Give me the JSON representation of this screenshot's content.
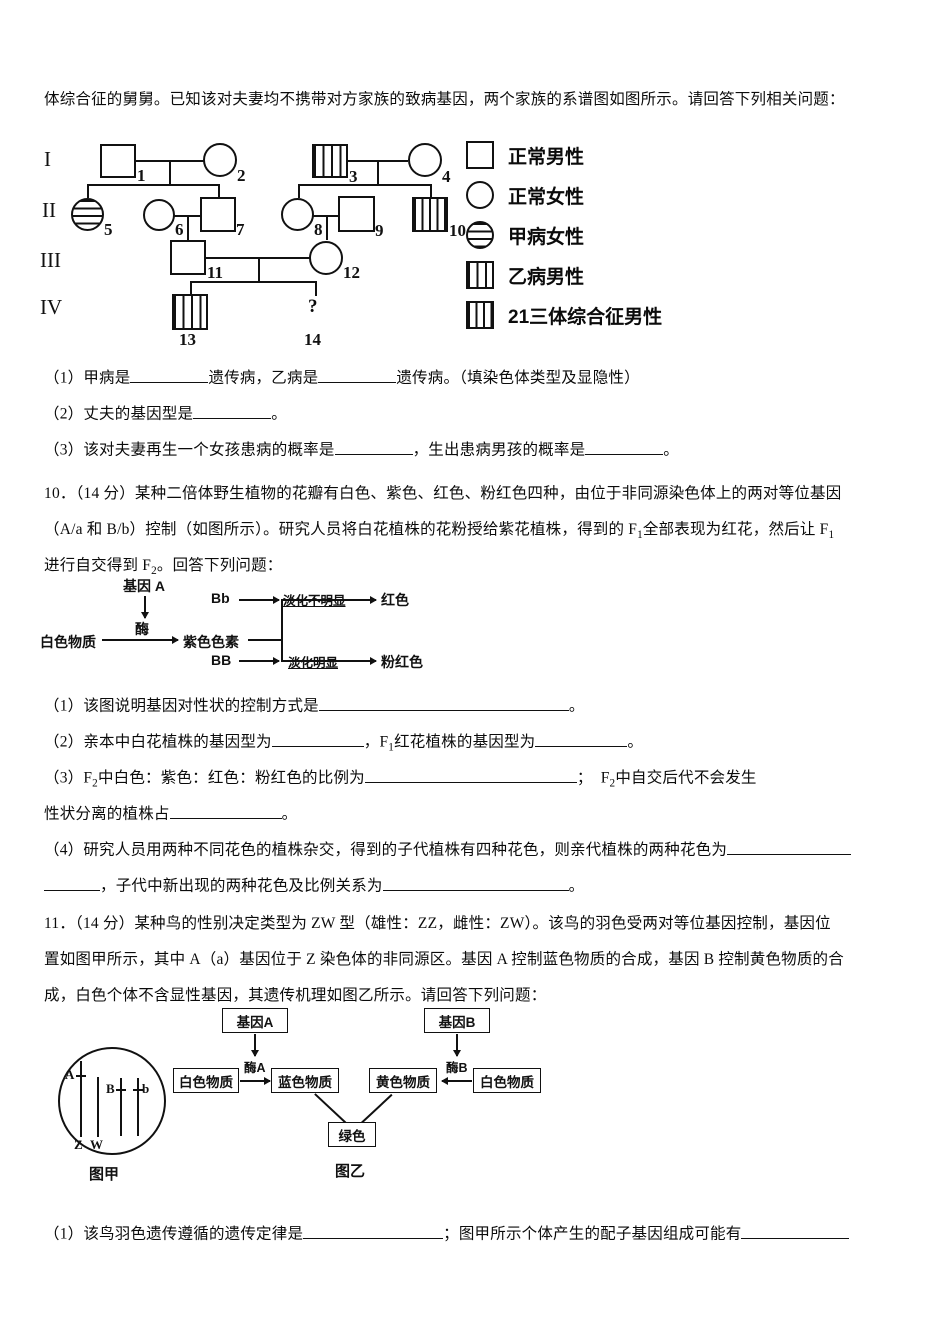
{
  "intro_line": "体综合征的舅舅。已知该对夫妻均不携带对方家族的致病基因，两个家族的系谱图如图所示。请回答下列相关问题：",
  "pedigree": {
    "generations": [
      "I",
      "II",
      "III",
      "IV"
    ],
    "individuals": [
      {
        "id": "1",
        "sex": "male",
        "status": "normal"
      },
      {
        "id": "2",
        "sex": "female",
        "status": "normal"
      },
      {
        "id": "3",
        "sex": "male",
        "status": "disease-b"
      },
      {
        "id": "4",
        "sex": "female",
        "status": "normal"
      },
      {
        "id": "5",
        "sex": "female",
        "status": "disease-a"
      },
      {
        "id": "6",
        "sex": "female",
        "status": "normal"
      },
      {
        "id": "7",
        "sex": "male",
        "status": "normal"
      },
      {
        "id": "8",
        "sex": "female",
        "status": "normal"
      },
      {
        "id": "9",
        "sex": "male",
        "status": "normal"
      },
      {
        "id": "10",
        "sex": "male",
        "status": "trisomy21"
      },
      {
        "id": "11",
        "sex": "male",
        "status": "normal"
      },
      {
        "id": "12",
        "sex": "female",
        "status": "normal"
      },
      {
        "id": "13",
        "sex": "male",
        "status": "disease-b"
      },
      {
        "id": "14",
        "sex": "unknown",
        "status": "unknown"
      }
    ],
    "unknown_mark": "?"
  },
  "legend": {
    "items": [
      {
        "symbol": "square-open",
        "label": "正常男性"
      },
      {
        "symbol": "circle-open",
        "label": "正常女性"
      },
      {
        "symbol": "circle-hstripe",
        "label": "甲病女性"
      },
      {
        "symbol": "square-vstripe",
        "label": "乙病男性"
      },
      {
        "symbol": "square-grid",
        "label": "21三体综合征男性"
      }
    ]
  },
  "q9_parts": [
    {
      "prefix": "（1）甲病是",
      "blank1": "",
      "mid": "遗传病，乙病是",
      "blank2": "",
      "suffix": "遗传病。（填染色体类型及显隐性）"
    },
    {
      "prefix": "（2）丈夫的基因型是",
      "blank1": "",
      "suffix": "。"
    },
    {
      "prefix": "（3）该对夫妻再生一个女孩患病的概率是",
      "blank1": "",
      "mid": "，生出患病男孩的概率是",
      "blank2": "",
      "suffix": "。"
    }
  ],
  "q10": {
    "stem_line1": "10．（14 分）某种二倍体野生植物的花瓣有白色、紫色、红色、粉红色四种，由位于非同源染色体上的两对等位基因",
    "stem_line2_a": "（A/a 和 B/b）控制（如图所示）。研究人员将白花植株的花粉授给紫花植株，得到的 F",
    "stem_line2_b": "全部表现为红花，然后让 F",
    "stem_line2_sub1": "1",
    "stem_line2_sub2": "1",
    "stem_line3_a": "进行自交得到 F",
    "stem_line3_sub": "2",
    "stem_line3_b": "。回答下列问题：",
    "diagram": {
      "gene_a": "基因 A",
      "enzyme": "酶",
      "white_substance": "白色物质",
      "purple_pigment": "紫色色素",
      "bb_het": "Bb",
      "bb_hom": "BB",
      "fade_weak": "淡化不明显",
      "fade_strong": "淡化明显",
      "red": "红色",
      "pink": "粉红色"
    },
    "parts": {
      "p1_prefix": "（1）该图说明基因对性状的控制方式是",
      "p1_suffix": "。",
      "p2_prefix": "（2）亲本中白花植株的基因型为",
      "p2_mid_a": "，F",
      "p2_mid_sub": "1",
      "p2_mid_b": "红花植株的基因型为",
      "p2_suffix": "。",
      "p3_prefix_a": "（3）F",
      "p3_prefix_sub": "2",
      "p3_prefix_b": "中白色：紫色：红色：粉红色的比例为",
      "p3_mid": "；",
      "p3_tail_a": "F",
      "p3_tail_sub": "2",
      "p3_tail_b": "中自交后代不会发生",
      "p3_line2_prefix": "性状分离的植株占",
      "p3_line2_suffix": "。",
      "p4_prefix": "（4）研究人员用两种不同花色的植株杂交，得到的子代植株有四种花色，则亲代植株的两种花色为",
      "p4_line2_mid": "，子代中新出现的两种花色及比例关系为",
      "p4_line2_suffix": "。"
    }
  },
  "q11": {
    "stem_line1": "11．（14 分）某种鸟的性别决定类型为 ZW 型（雄性：ZZ，雌性：ZW）。该鸟的羽色受两对等位基因控制，基因位",
    "stem_line2": "置如图甲所示，其中 A（a）基因位于 Z 染色体的非同源区。基因 A 控制蓝色物质的合成，基因 B 控制黄色物质的合",
    "stem_line3": "成，白色个体不含显性基因，其遗传机理如图乙所示。请回答下列问题：",
    "fig_jia": {
      "caption": "图甲",
      "gene_labels": [
        "A",
        "B",
        "b"
      ],
      "chromosome_labels": [
        "Z",
        "W"
      ]
    },
    "fig_yi": {
      "caption": "图乙",
      "gene_a": "基因A",
      "gene_b": "基因B",
      "enzyme_a": "酶A",
      "enzyme_b": "酶B",
      "white_left": "白色物质",
      "white_right": "白色物质",
      "blue": "蓝色物质",
      "yellow": "黄色物质",
      "green": "绿色"
    },
    "parts": {
      "p1_prefix": "（1）该鸟羽色遗传遵循的遗传定律是",
      "p1_mid": "；图甲所示个体产生的配子基因组成可能有"
    }
  }
}
